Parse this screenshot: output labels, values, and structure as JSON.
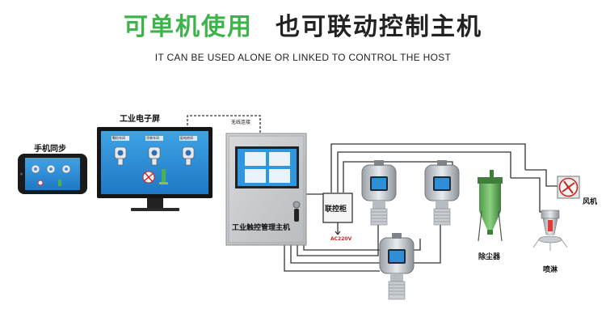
{
  "header": {
    "title_green": "可单机使用",
    "title_dark": "也可联动控制主机",
    "subtitle": "IT CAN BE USED ALONE OR LINKED TO CONTROL THE HOST"
  },
  "labels": {
    "phone": "手机同步",
    "screen": "工业电子屏",
    "wireless": "无线连接",
    "controller": "工业触控管理主机",
    "linkage_cabinet": "联控柜",
    "power": "AC220V",
    "dust_collector": "除尘器",
    "fan": "风机",
    "sprinkler": "喷淋"
  },
  "screen_panels": [
    "颗粒车间",
    "涂装车间",
    "配电房间"
  ],
  "colors": {
    "title_green": "#3cb44a",
    "wire": "#333333",
    "panel_blue": "#2e8fd6"
  }
}
